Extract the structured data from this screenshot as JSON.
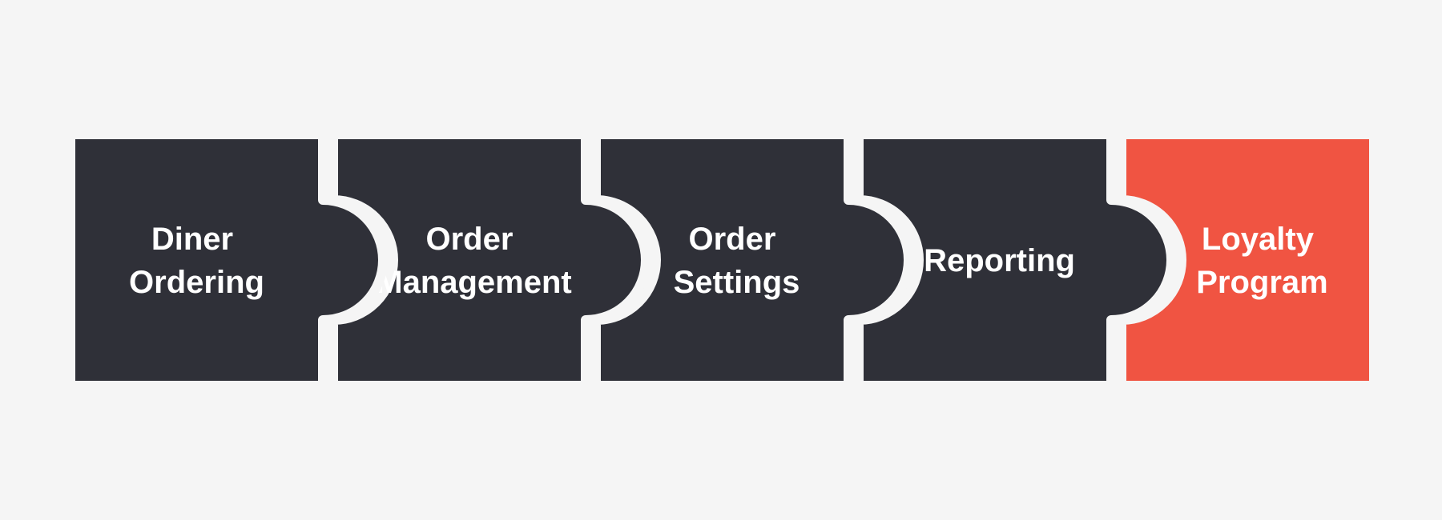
{
  "background_color": "#f5f5f5",
  "piece_stroke_color": "#f5f5f5",
  "pieces": [
    {
      "id": "diner-ordering",
      "lines": [
        "Diner",
        "Ordering"
      ],
      "fill": "#2f3038",
      "text_color": "#ffffff"
    },
    {
      "id": "order-management",
      "lines": [
        "Order",
        "Management"
      ],
      "fill": "#2f3038",
      "text_color": "#ffffff"
    },
    {
      "id": "order-settings",
      "lines": [
        "Order",
        "Settings"
      ],
      "fill": "#2f3038",
      "text_color": "#ffffff"
    },
    {
      "id": "reporting",
      "lines": [
        "Reporting"
      ],
      "fill": "#2f3038",
      "text_color": "#ffffff"
    },
    {
      "id": "loyalty-program",
      "lines": [
        "Loyalty",
        "Program"
      ],
      "fill": "#f05442",
      "text_color": "#ffffff"
    }
  ]
}
